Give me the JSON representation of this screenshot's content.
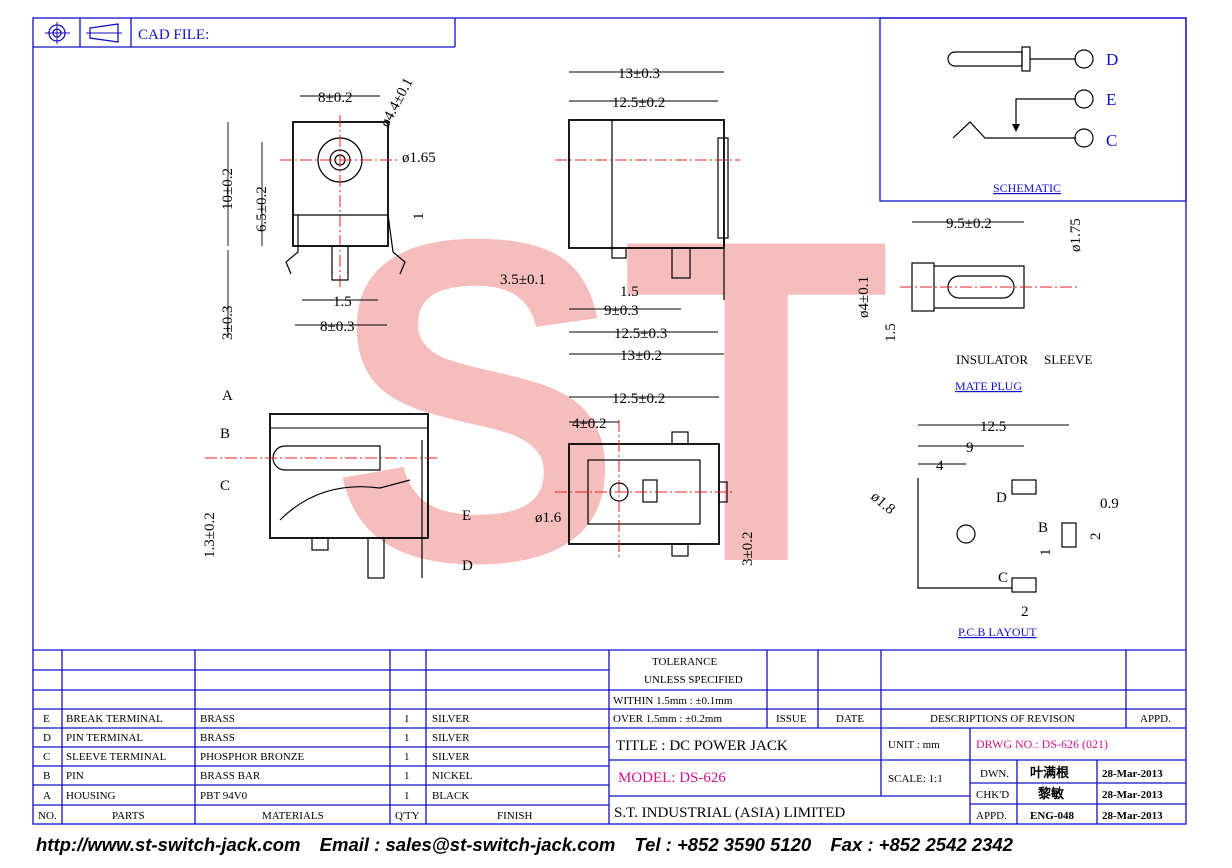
{
  "header": {
    "cad_file_label": "CAD FILE:"
  },
  "watermark": {
    "text": "ST"
  },
  "schematic": {
    "pins": [
      "D",
      "E",
      "C"
    ],
    "caption": "SCHEMATIC"
  },
  "mate_plug": {
    "caption": "MATE PLUG",
    "insulator": "INSULATOR",
    "sleeve": "SLEEVE",
    "dims": [
      "9.5±0.2",
      "ø1.75",
      "ø4±0.1",
      "1.5"
    ]
  },
  "pcb_layout": {
    "caption": "P.C.B LAYOUT",
    "pins": [
      "D",
      "B",
      "C"
    ],
    "dims": [
      "12.5",
      "9",
      "4",
      "ø1.8",
      "0.9",
      "2",
      "1",
      "2"
    ]
  },
  "front_view": {
    "dims": [
      "8±0.2",
      "ø4.4±0.1",
      "ø1.65",
      "10±0.2",
      "6.5±0.2",
      "1",
      "3±0.3",
      "1.5",
      "8±0.3"
    ]
  },
  "side_view": {
    "dims": [
      "13±0.3",
      "12.5±0.2",
      "3.5±0.1",
      "1.5",
      "9±0.3",
      "12.5±0.3",
      "13±0.2"
    ]
  },
  "section_view": {
    "labels": [
      "A",
      "B",
      "C",
      "E",
      "D"
    ],
    "dims": [
      "1.3±0.2"
    ]
  },
  "bottom_view": {
    "dims": [
      "12.5±0.2",
      "4±0.2",
      "ø1.6",
      "3±0.2"
    ]
  },
  "bom": {
    "rows": [
      {
        "no": "E",
        "part": "BREAK TERMINAL",
        "material": "BRASS",
        "qty": "1",
        "finish": "SILVER"
      },
      {
        "no": "D",
        "part": "PIN TERMINAL",
        "material": "BRASS",
        "qty": "1",
        "finish": "SILVER"
      },
      {
        "no": "C",
        "part": "SLEEVE TERMINAL",
        "material": "PHOSPHOR BRONZE",
        "qty": "1",
        "finish": "SILVER"
      },
      {
        "no": "B",
        "part": "PIN",
        "material": "BRASS BAR",
        "qty": "1",
        "finish": "NICKEL"
      },
      {
        "no": "A",
        "part": "HOUSING",
        "material": "PBT 94V0",
        "qty": "1",
        "finish": "BLACK"
      }
    ],
    "headers": {
      "no": "NO.",
      "part": "PARTS",
      "material": "MATERIALS",
      "qty": "Q'TY",
      "finish": "FINISH"
    }
  },
  "tolerance": {
    "line1": "TOLERANCE",
    "line2": "UNLESS   SPECIFIED",
    "line3": "WITHIN  1.5mm  : ±0.1mm",
    "line4": "OVER    1.5mm  : ±0.2mm"
  },
  "revision": {
    "issue": "ISSUE",
    "date": "DATE",
    "desc": "DESCRIPTIONS  OF  REVISON",
    "appd": "APPD."
  },
  "title_block": {
    "title": "TITLE : DC POWER JACK",
    "unit": "UNIT :   mm",
    "drwg_no": "DRWG NO.: DS-626 (021)",
    "model": "MODEL: DS-626",
    "scale": "SCALE:   1:1",
    "dwn_label": "DWN.",
    "dwn_name": "叶满根",
    "dwn_date": "28-Mar-2013",
    "chkd_label": "CHK'D",
    "chkd_name": "黎敏",
    "chkd_date": "28-Mar-2013",
    "appd_label": "APPD.",
    "appd_name": "ENG-048",
    "appd_date": "28-Mar-2013",
    "company": "S.T.  INDUSTRIAL  (ASIA)  LIMITED"
  },
  "footer": {
    "web": "http://www.st-switch-jack.com",
    "email": "Email : sales@st-switch-jack.com",
    "tel": "Tel : +852 3590 5120",
    "fax": "Fax : +852 2542 2342"
  },
  "colors": {
    "frame": "#1010c8",
    "model": "#d01090",
    "centerline": "#e02020",
    "watermark": "#f0a0a0"
  }
}
